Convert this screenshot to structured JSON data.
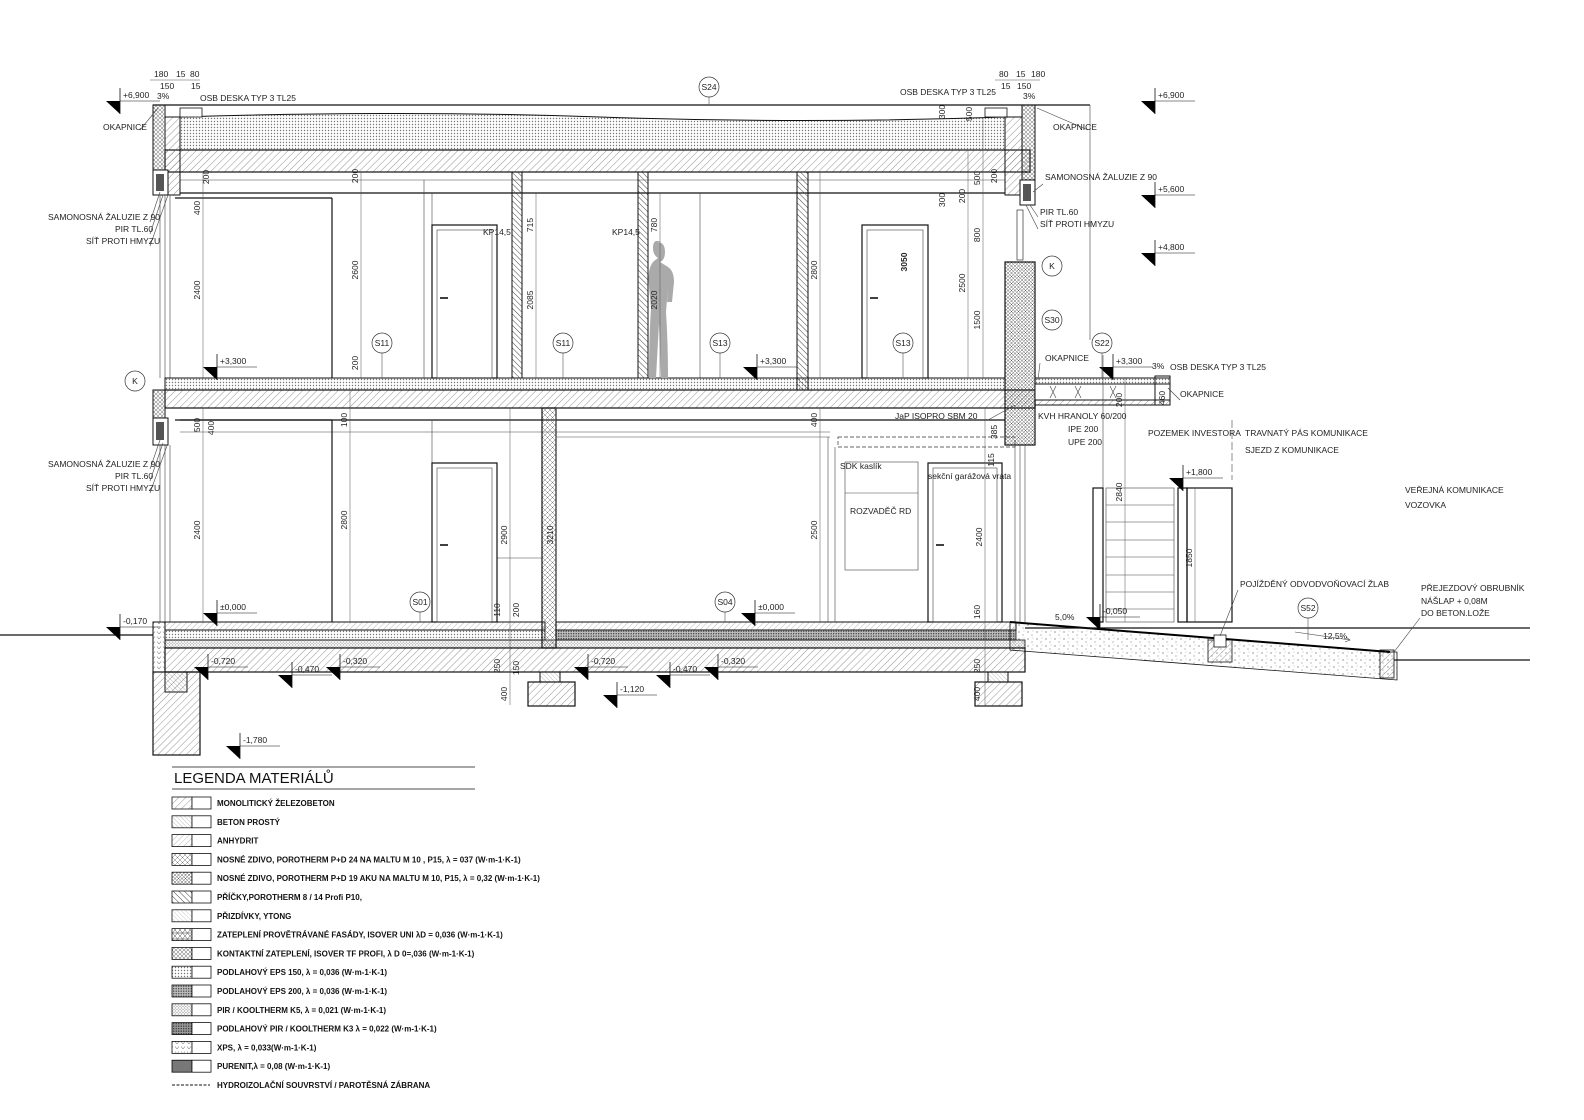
{
  "levels": [
    "+6,900",
    "+6,900",
    "+5,600",
    "+4,800",
    "+3,300",
    "+3,300",
    "+3,300",
    "±0,000",
    "±0,000",
    "-0,170",
    "-0,720",
    "-0,720",
    "-0,470",
    "-0,470",
    "-0,320",
    "-0,320",
    "-1,120",
    "-1,780",
    "+1,800",
    "-0,050"
  ],
  "annotations": [
    "OSB DESKA TYP 3 TL25",
    "OSB DESKA TYP 3 TL25",
    "OSB DESKA TYP 3 TL25",
    "OKAPNICE",
    "OKAPNICE",
    "OKAPNICE",
    "OKAPNICE",
    "SAMONOSNÁ ŽALUZIE Z 90",
    "PIR TL.60",
    "SÍŤ PROTI HMYZU",
    "SAMONOSNÁ ŽALUZIE Z 90",
    "PIR TL.60",
    "SÍŤ PROTI HMYZU",
    "SAMONOSNÁ ŽALUZIE Z 90",
    "PIR TL.60",
    "SÍŤ PROTI HMYZU",
    "KP14,5",
    "KP14,5",
    "JaP ISOPRO SBM 20",
    "KVH HRANOLY 60/200",
    "IPE 200",
    "UPE 200",
    "POZEMEK INVESTORA",
    "TRAVNATÝ PÁS KOMUNIKACE",
    "SJEZD Z KOMUNIKACE",
    "VEŘEJNÁ KOMUNIKACE",
    "VOZOVKA",
    "SDK kaslík",
    "sekční garážová vrata",
    "ROZVADĚČ RD",
    "POJÍŽDĚNÝ ODVODVOŇOVACÍ ŽLAB",
    "PŘEJEZDOVÝ OBRUBNÍK",
    "NÁŠLAP + 0,08M",
    "DO BETON.LOŽE",
    "5,0%",
    "12,5%",
    "3%",
    "3%",
    "3%"
  ],
  "section_tags": [
    "S24",
    "S11",
    "S11",
    "S13",
    "S13",
    "K",
    "S30",
    "S22",
    "K",
    "S01",
    "S04",
    "S52"
  ],
  "dimensions": [
    "400",
    "200",
    "2400",
    "2600",
    "200",
    "200",
    "2085",
    "715",
    "2020",
    "780",
    "2800",
    "3050",
    "2500",
    "1500",
    "800",
    "300",
    "200",
    "500",
    "200",
    "300",
    "500",
    "500",
    "400",
    "2400",
    "100",
    "2800",
    "2900",
    "3210",
    "400",
    "2500",
    "385",
    "115",
    "2400",
    "160",
    "110",
    "200",
    "150",
    "250",
    "400",
    "250",
    "400",
    "2840",
    "1850",
    "200",
    "460"
  ],
  "top_dimensions": [
    "180",
    "15",
    "80",
    "150",
    "15",
    "80",
    "15",
    "180",
    "15",
    "150"
  ],
  "legend": {
    "title": "LEGENDA MATERIÁLŮ",
    "items": [
      {
        "label": "MONOLITICKÝ ŽELEZOBETON",
        "pattern": "p-rc"
      },
      {
        "label": "BETON PROSTÝ",
        "pattern": "p-plain"
      },
      {
        "label": "ANHYDRIT",
        "pattern": "p-anh"
      },
      {
        "label": "NOSNÉ ZDIVO, POROTHERM P+D 24 NA MALTU M 10 , P15, λ = 037 (W·m-1·K-1)",
        "pattern": "p-brick"
      },
      {
        "label": "NOSNÉ ZDIVO, POROTHERM P+D 19 AKU NA MALTU M 10, P15, λ = 0,32 (W·m-1·K-1)",
        "pattern": "p-brick2"
      },
      {
        "label": "PŘÍČKY,POROTHERM 8 / 14 Profi P10,",
        "pattern": "p-part"
      },
      {
        "label": "PŘIZDÍVKY, YTONG",
        "pattern": "p-ytong"
      },
      {
        "label": "ZATEPLENÍ PROVĚTRÁVANÉ FASÁDY, ISOVER UNI  λD = 0,036 (W·m-1·K-1)",
        "pattern": "p-facade"
      },
      {
        "label": "KONTAKTNÍ ZATEPLENÍ, ISOVER TF PROFI, λ D 0=,036 (W·m-1·K-1)",
        "pattern": "p-contact"
      },
      {
        "label": "PODLAHOVÝ EPS 150, λ = 0,036 (W·m-1·K-1)",
        "pattern": "p-eps"
      },
      {
        "label": "PODLAHOVÝ EPS 200, λ = 0,036 (W·m-1·K-1)",
        "pattern": "p-eps200"
      },
      {
        "label": "PIR / KOOLTHERM K5, λ = 0,021 (W·m-1·K-1)",
        "pattern": "p-pir"
      },
      {
        "label": "PODLAHOVÝ PIR / KOOLTHERM K3  λ = 0,022 (W·m-1·K-1)",
        "pattern": "p-pir3"
      },
      {
        "label": "XPS, λ = 0,033(W·m-1·K-1)",
        "pattern": "p-xps"
      },
      {
        "label": "PURENIT,λ = 0,08 (W·m-1·K-1)",
        "pattern": "p-pur"
      },
      {
        "label": "HYDROIZOLAČNÍ SOUVRSTVÍ / PAROTĚSNÁ ZÁBRANA",
        "pattern": "dashed-line"
      }
    ]
  }
}
